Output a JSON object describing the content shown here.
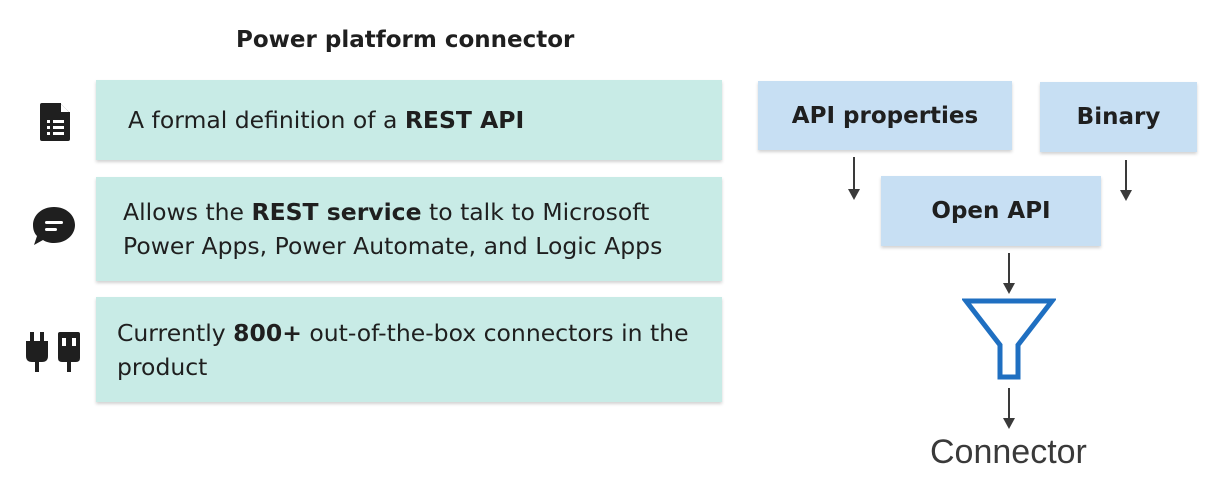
{
  "title": "Power platform connector",
  "rows": [
    {
      "icon": "document-icon",
      "parts": [
        {
          "text": "A formal definition of a ",
          "bold": false
        },
        {
          "text": "REST API",
          "bold": true
        }
      ]
    },
    {
      "icon": "chat-icon",
      "parts": [
        {
          "text": "Allows the ",
          "bold": false
        },
        {
          "text": "REST service",
          "bold": true
        },
        {
          "text": " to talk to Microsoft Power Apps, Power Automate, and Logic Apps",
          "bold": false
        }
      ]
    },
    {
      "icon": "plug-icon",
      "parts": [
        {
          "text": "Currently ",
          "bold": false
        },
        {
          "text": "800+",
          "bold": true
        },
        {
          "text": " out-of-the-box connectors in the product",
          "bold": false
        }
      ]
    }
  ],
  "flow": {
    "api_properties": "API properties",
    "binary": "Binary",
    "open_api": "Open API",
    "connector": "Connector"
  },
  "colors": {
    "card_fill": "#c8ebe6",
    "box_fill": "#c7dff3",
    "funnel_stroke": "#1f6fc1",
    "arrow": "#3a3a3a"
  }
}
